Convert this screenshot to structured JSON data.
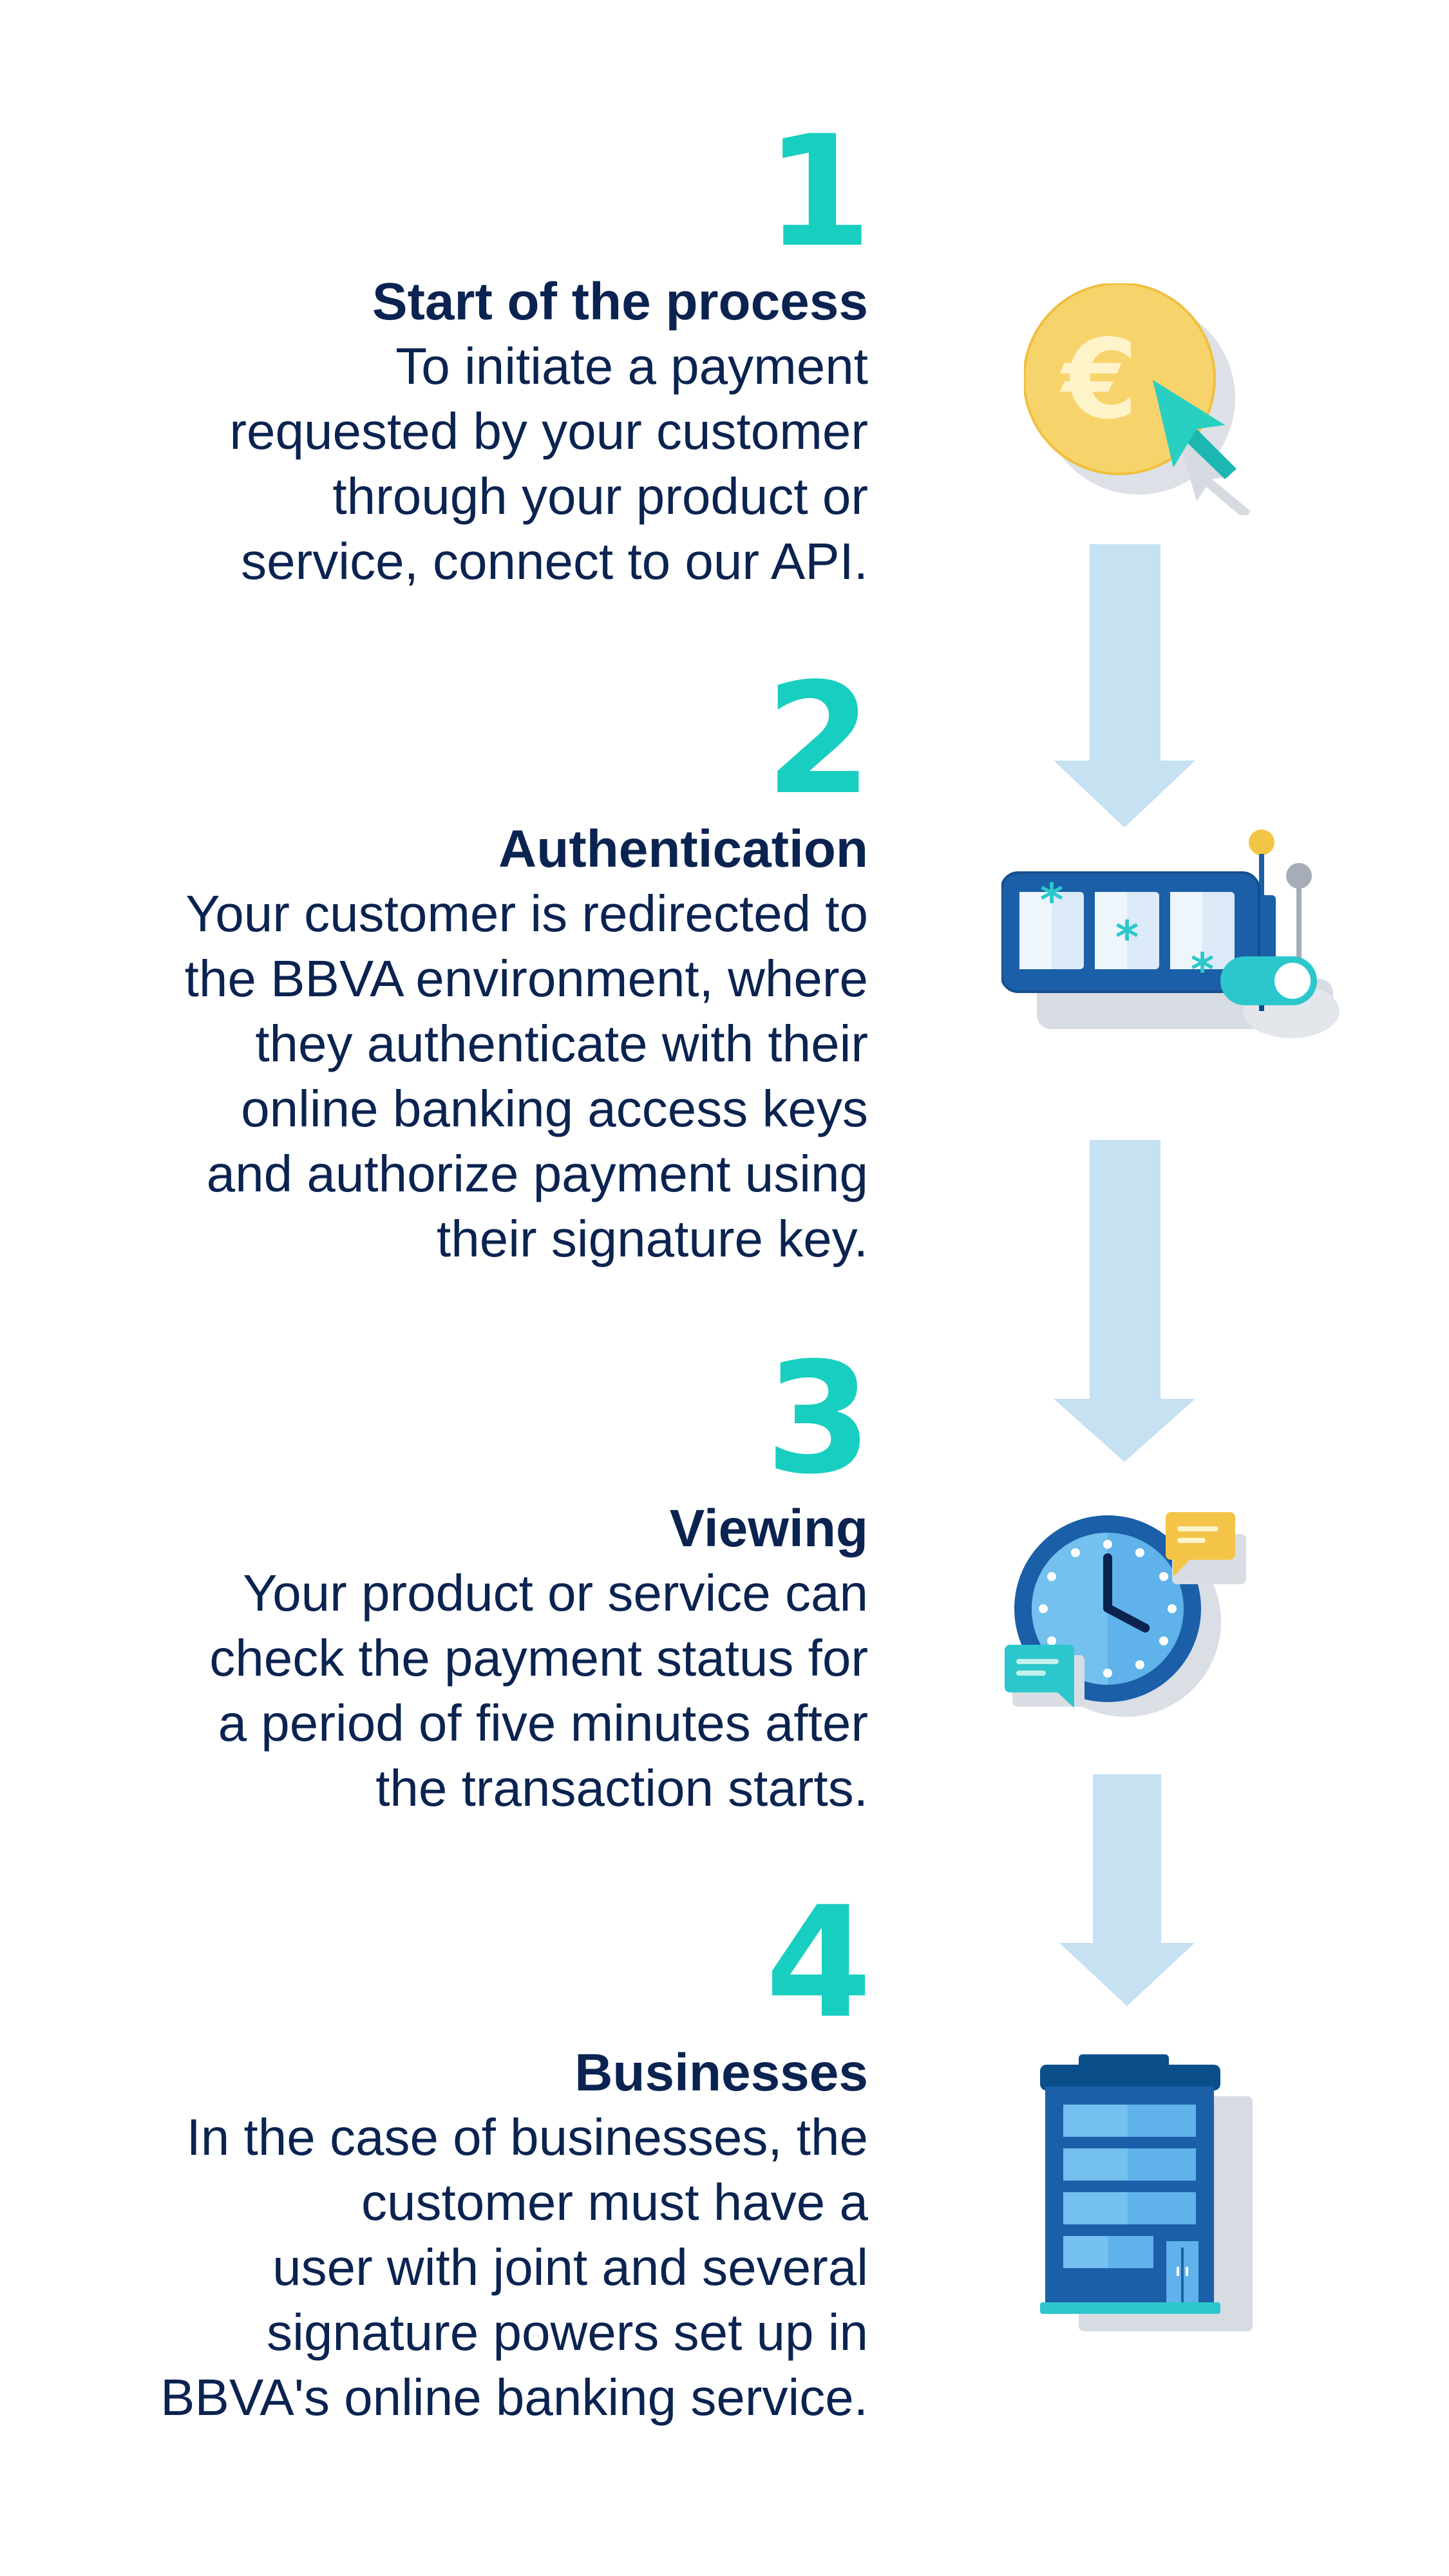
{
  "steps": [
    {
      "number": "1",
      "title": "Start of the process",
      "description": "To initiate a payment\nrequested by your customer\nthrough your product or\nservice, connect to our API.",
      "icon": "euro-coin-cursor-icon"
    },
    {
      "number": "2",
      "title": "Authentication",
      "description": "Your customer is redirected to\nthe BBVA environment, where\nthey authenticate with their\nonline banking access keys\nand authorize payment using\ntheir signature key.",
      "icon": "password-slot-machine-icon"
    },
    {
      "number": "3",
      "title": "Viewing",
      "description": "Your product or service can\ncheck the payment status for\na period of five minutes after\nthe transaction starts.",
      "icon": "clock-chat-icon"
    },
    {
      "number": "4",
      "title": "Businesses",
      "description": "In the case of businesses, the\ncustomer must have a\nuser with joint and several\nsignature powers set up in\nBBVA's online banking service.",
      "icon": "office-building-icon"
    }
  ],
  "colors": {
    "number": "#18cec0",
    "text": "#0b2350",
    "arrow": "#c5e1f2",
    "coin": "#f5cb57",
    "blue_dark": "#1a5fa8",
    "blue_light": "#5fb2ea",
    "teal": "#2cc7cc",
    "shadow": "#d9dde3"
  }
}
